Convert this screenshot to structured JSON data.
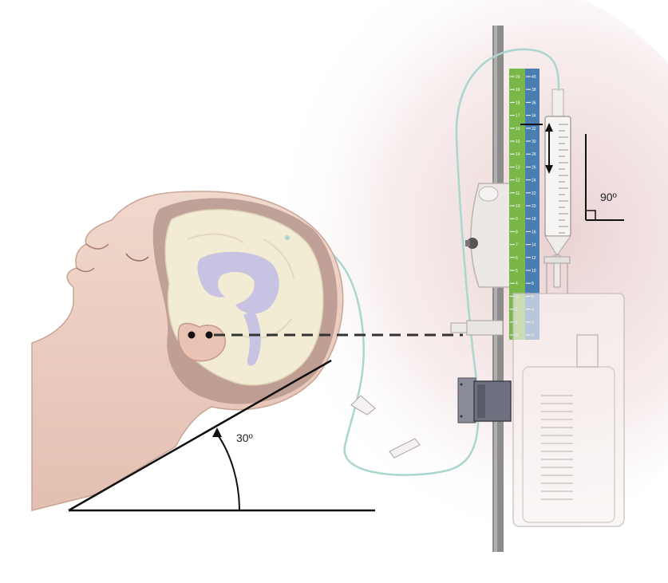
{
  "labels": {
    "incline_angle": "30º",
    "right_angle": "90º"
  },
  "scale": {
    "green_ticks": [
      "0",
      "1",
      "2",
      "3",
      "4",
      "5",
      "6",
      "7",
      "8",
      "9",
      "10",
      "11",
      "12",
      "13",
      "14",
      "15",
      "16",
      "17",
      "18",
      "19",
      "20"
    ],
    "blue_ticks": [
      "0",
      "2",
      "4",
      "6",
      "8",
      "10",
      "12",
      "14",
      "16",
      "18",
      "20",
      "22",
      "24",
      "26",
      "28",
      "30",
      "32",
      "34",
      "36",
      "38",
      "40"
    ]
  },
  "colors": {
    "skin": "#edd0c4",
    "skin_shadow": "#d9b3a4",
    "hair": "#a88a82",
    "brain": "#f2ecd4",
    "ventricle": "#c9c3e3",
    "green_scale": "#7ab648",
    "blue_scale": "#4a7db0",
    "tube": "#a9d6cf",
    "pole": "#8c8c8c",
    "transducer": "#6e7180"
  }
}
